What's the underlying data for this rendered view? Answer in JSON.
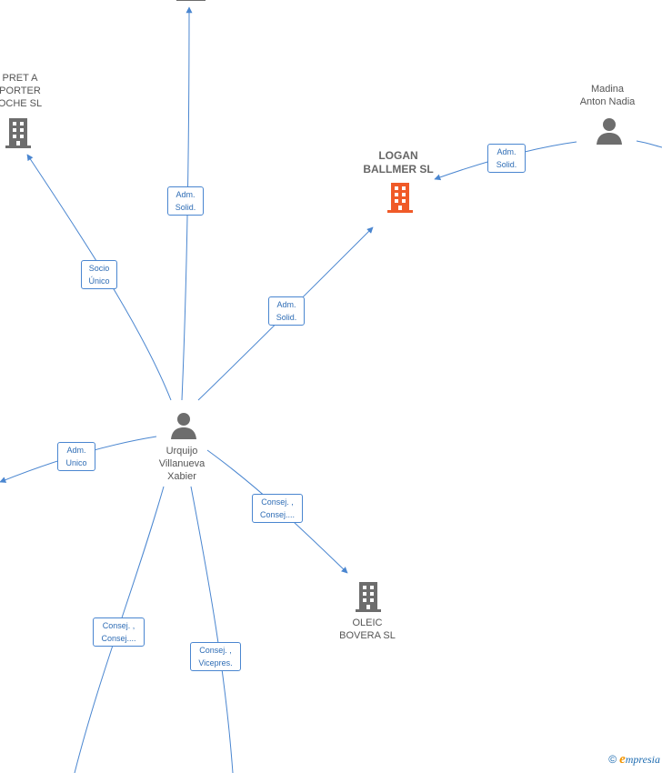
{
  "colors": {
    "edge": "#4a86d0",
    "building_gray": "#6d6d6d",
    "building_highlight": "#f05a28",
    "person": "#6d6d6d"
  },
  "nodes": {
    "central_person": {
      "name_line1": "Urquijo",
      "name_line2": "Villanueva",
      "name_line3": "Xabier",
      "icon": "person-icon"
    },
    "madina": {
      "name_line1": "Madina",
      "name_line2": "Anton Nadia",
      "icon": "person-icon"
    },
    "logan": {
      "name_line1": "LOGAN",
      "name_line2": "BALLMER  SL",
      "icon": "building-icon"
    },
    "pret": {
      "name_line1": "PRET A",
      "name_line2": "PORTER",
      "name_line3": "OCHE  SL",
      "icon": "building-icon"
    },
    "oleic": {
      "name_line1": "OLEIC",
      "name_line2": "BOVERA SL",
      "icon": "building-icon"
    }
  },
  "edges": {
    "top": {
      "line1": "Adm.",
      "line2": "Solid."
    },
    "pret": {
      "line1": "Socio",
      "line2": "Único"
    },
    "logan": {
      "line1": "Adm.",
      "line2": "Solid."
    },
    "madina_logan": {
      "line1": "Adm.",
      "line2": "Solid."
    },
    "left": {
      "line1": "Adm.",
      "line2": "Unico"
    },
    "oleic": {
      "line1": "Consej. ,",
      "line2": "Consej...."
    },
    "bottom_left": {
      "line1": "Consej. ,",
      "line2": "Consej...."
    },
    "bottom_right": {
      "line1": "Consej. ,",
      "line2": "Vicepres."
    }
  },
  "brand": {
    "copyright": "©",
    "initial": "e",
    "rest": "mpresia"
  }
}
